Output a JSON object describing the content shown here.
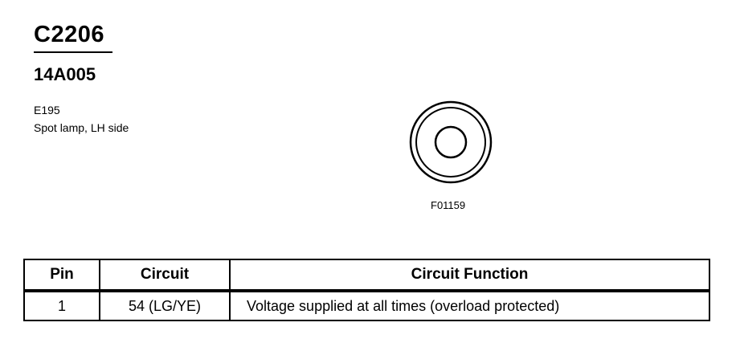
{
  "connector": {
    "id": "C2206",
    "part_number": "14A005",
    "location_code": "E195",
    "description": "Spot lamp, LH side"
  },
  "figure": {
    "code": "F01159",
    "icon": "round-single-pin-connector-face-icon"
  },
  "table": {
    "headers": {
      "pin": "Pin",
      "circuit": "Circuit",
      "function": "Circuit Function"
    },
    "rows": [
      {
        "pin": "1",
        "circuit": "54 (LG/YE)",
        "function": "Voltage supplied at all times (overload protected)"
      }
    ]
  }
}
